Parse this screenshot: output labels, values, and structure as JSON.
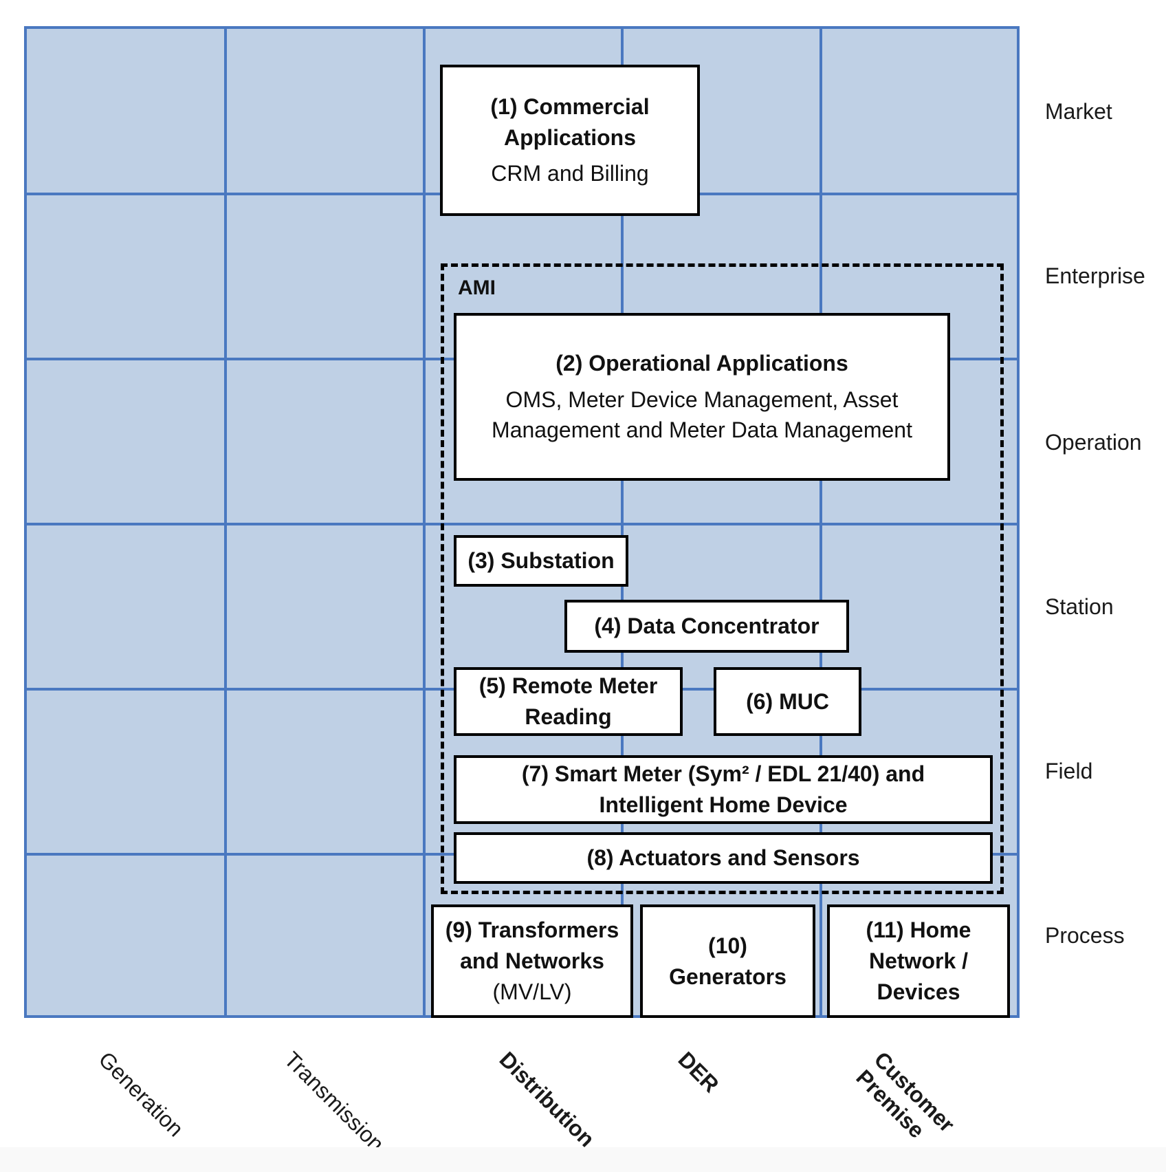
{
  "zones": [
    "Market",
    "Enterprise",
    "Operation",
    "Station",
    "Field",
    "Process"
  ],
  "domains": {
    "generation": "Generation",
    "transmission": "Transmission",
    "distribution": "Distribution",
    "der": "DER",
    "customer_premise_line1": "Customer",
    "customer_premise_line2": "Premise"
  },
  "ami": {
    "label": "AMI"
  },
  "components": {
    "c1": {
      "title_line1": "(1) Commercial",
      "title_line2": "Applications",
      "subtitle": "CRM and Billing"
    },
    "c2": {
      "title": "(2) Operational Applications",
      "subtitle_line1": "OMS, Meter Device Management, Asset",
      "subtitle_line2": "Management and Meter Data Management"
    },
    "c3": {
      "title": "(3) Substation"
    },
    "c4": {
      "title": "(4) Data Concentrator"
    },
    "c5": {
      "title_line1": "(5) Remote Meter",
      "title_line2": "Reading"
    },
    "c6": {
      "title": "(6) MUC"
    },
    "c7": {
      "title_line1": "(7) Smart Meter (Sym² / EDL 21/40) and",
      "title_line2": "Intelligent Home Device"
    },
    "c8": {
      "title": "(8) Actuators and Sensors"
    },
    "c9": {
      "title_line1": "(9) Transformers",
      "title_line2": "and Networks",
      "subtitle": "(MV/LV)"
    },
    "c10": {
      "title_line1": "(10)",
      "title_line2": "Generators"
    },
    "c11": {
      "title_line1": "(11) Home",
      "title_line2": "Network /",
      "title_line3": "Devices"
    }
  }
}
